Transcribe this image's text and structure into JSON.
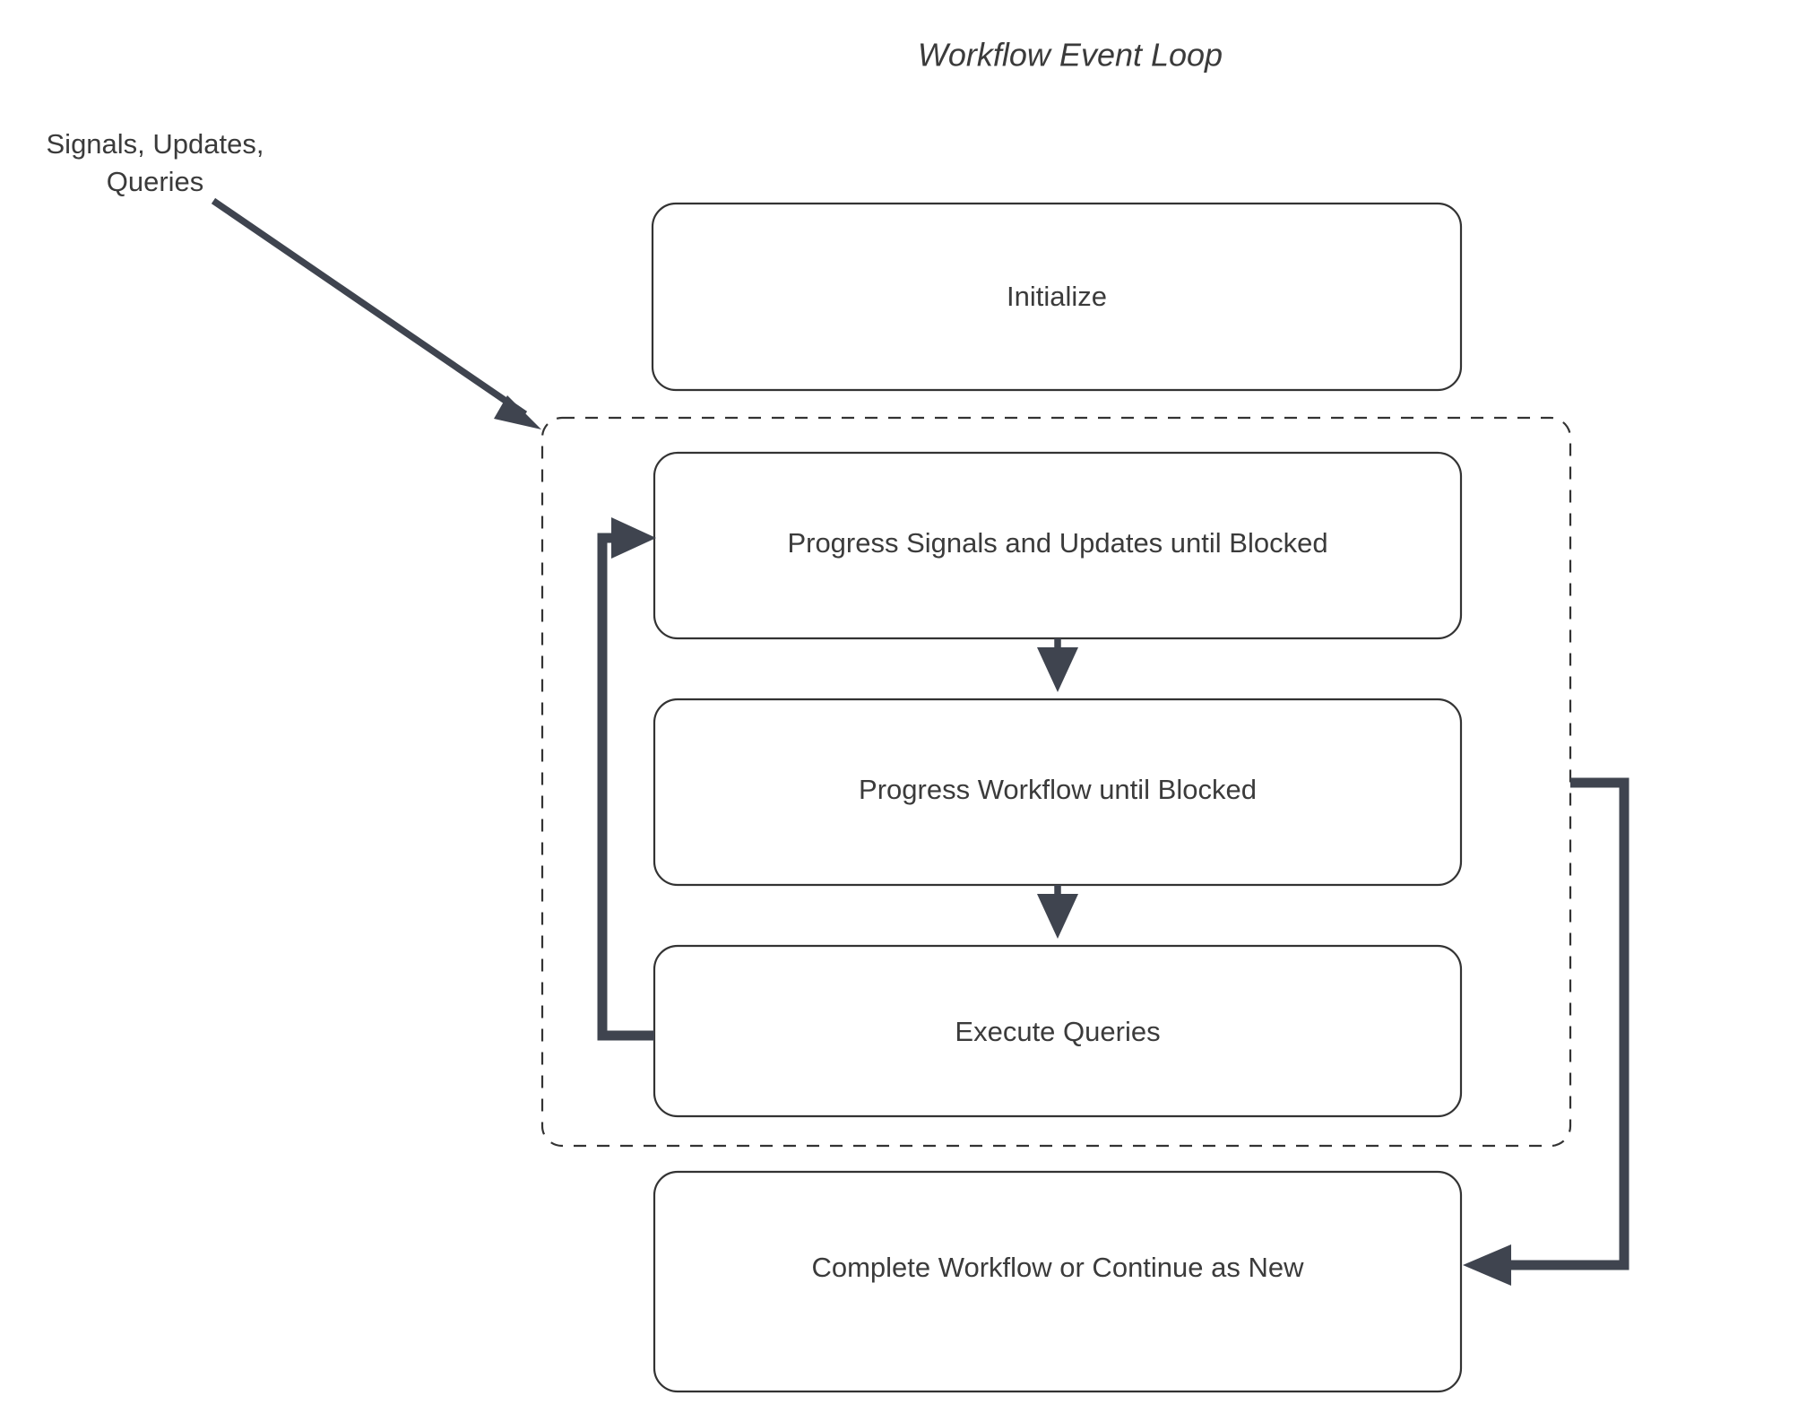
{
  "diagram": {
    "title": "Workflow Event Loop",
    "type": "flowchart",
    "colors": {
      "background": "#ffffff",
      "node_stroke": "#333333",
      "node_fill": "#ffffff",
      "text": "#3b3b3b",
      "arrow": "#3f444f",
      "group_stroke": "#333333"
    },
    "external_label": {
      "line1": "Signals, Updates,",
      "line2": "Queries"
    },
    "nodes": [
      {
        "id": "initialize",
        "label": "Initialize"
      },
      {
        "id": "progress-signals",
        "label": "Progress Signals and Updates until Blocked"
      },
      {
        "id": "progress-workflow",
        "label": "Progress Workflow until Blocked"
      },
      {
        "id": "execute-queries",
        "label": "Execute Queries"
      },
      {
        "id": "complete-workflow",
        "label": "Complete Workflow or Continue as New"
      }
    ],
    "group": {
      "id": "event-loop-group",
      "style": "dashed",
      "members": [
        "progress-signals",
        "progress-workflow",
        "execute-queries"
      ]
    },
    "edges": [
      {
        "from": "external-input",
        "to": "event-loop-group",
        "label": "Signals, Updates, Queries",
        "style": "diagonal"
      },
      {
        "from": "progress-signals",
        "to": "progress-workflow",
        "label": ""
      },
      {
        "from": "progress-workflow",
        "to": "execute-queries",
        "label": ""
      },
      {
        "from": "execute-queries",
        "to": "progress-signals",
        "label": "",
        "style": "loop-left"
      },
      {
        "from": "event-loop-group",
        "to": "complete-workflow",
        "label": "",
        "style": "loop-right"
      }
    ]
  }
}
